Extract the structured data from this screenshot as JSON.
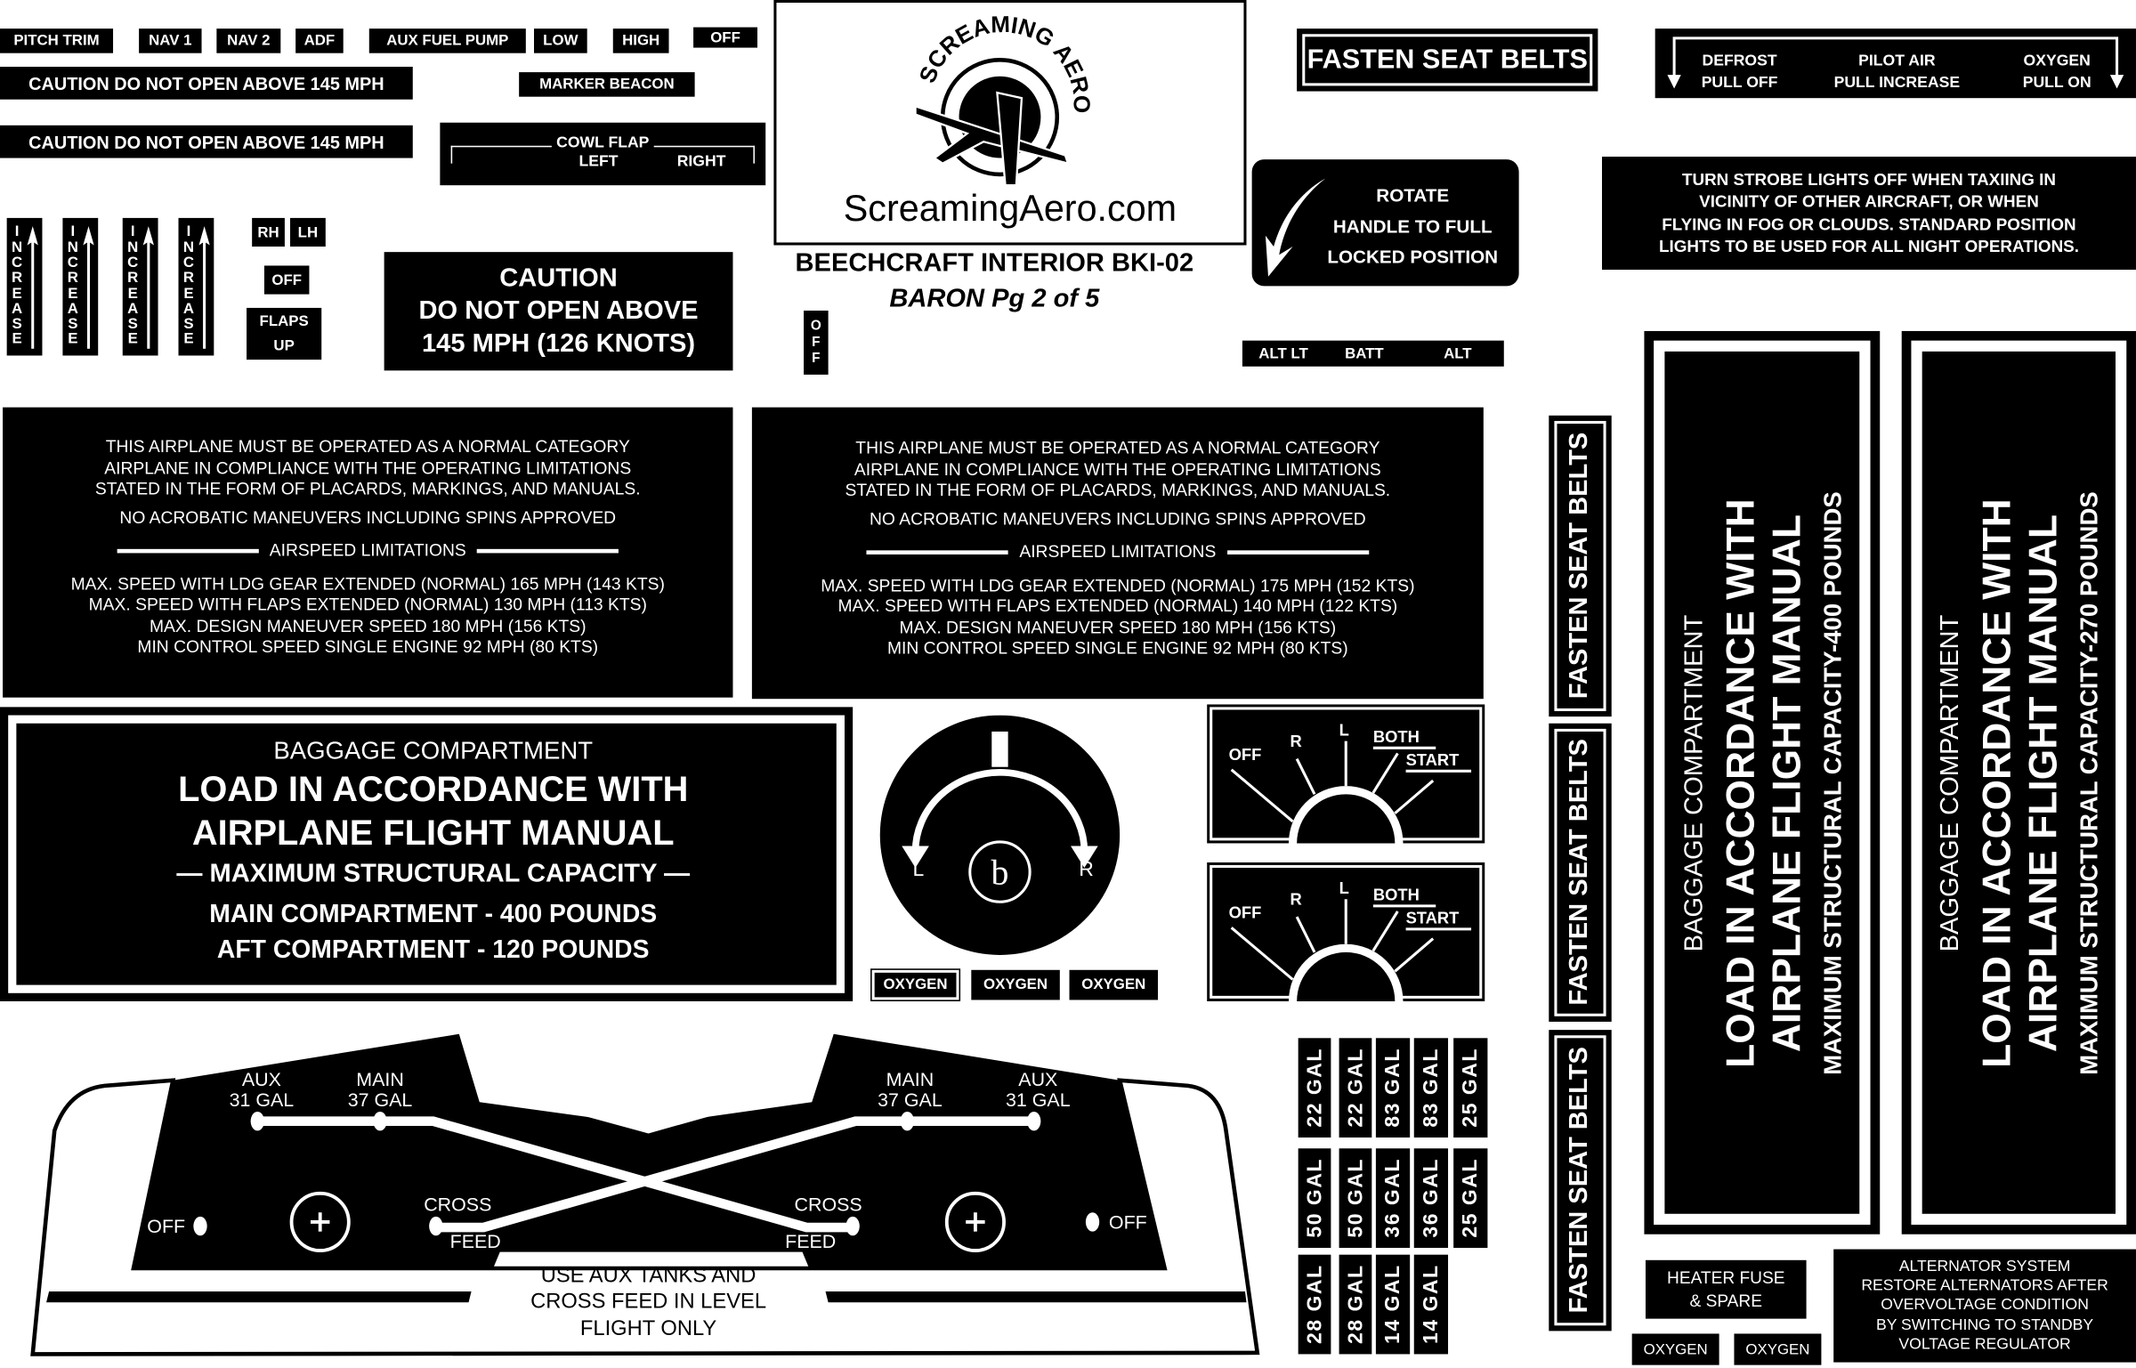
{
  "small_labels": {
    "pitch_trim": "PITCH TRIM",
    "nav1": "NAV 1",
    "nav2": "NAV 2",
    "adf": "ADF",
    "aux_fuel_pump": "AUX FUEL PUMP",
    "low": "LOW",
    "high": "HIGH",
    "off": "OFF",
    "marker_beacon": "MARKER BEACON",
    "rh": "RH",
    "lh": "LH",
    "flaps": "FLAPS",
    "up": "UP"
  },
  "caution_strip": "CAUTION DO NOT OPEN ABOVE 145 MPH",
  "cowl_flap": {
    "title": "COWL FLAP",
    "left": "LEFT",
    "right": "RIGHT"
  },
  "increase": "INCREASE",
  "caution_big": [
    "CAUTION",
    "DO NOT OPEN ABOVE",
    "145 MPH (126 KNOTS)"
  ],
  "logo": {
    "arc_text": "SCREAMING AERO",
    "url": "ScreamingAero.com"
  },
  "sheet": {
    "title": "BEECHCRAFT INTERIOR BKI-02",
    "subtitle": "BARON Pg 2 of 5"
  },
  "fasten": "FASTEN SEAT BELTS",
  "valves": [
    {
      "name": "DEFROST",
      "action": "PULL OFF"
    },
    {
      "name": "PILOT AIR",
      "action": "PULL INCREASE"
    },
    {
      "name": "OXYGEN",
      "action": "PULL ON"
    }
  ],
  "rotate": [
    "ROTATE",
    "HANDLE TO FULL",
    "LOCKED POSITION"
  ],
  "strobe": [
    "TURN STROBE LIGHTS OFF WHEN TAXIING IN",
    "VICINITY OF OTHER AIRCRAFT, OR WHEN",
    "FLYING IN FOG OR CLOUDS. STANDARD POSITION",
    "LIGHTS TO BE USED FOR ALL NIGHT OPERATIONS."
  ],
  "alt": [
    "ALT LT",
    "BATT",
    "ALT"
  ],
  "limitations": [
    {
      "intro": [
        "THIS AIRPLANE MUST BE OPERATED AS A NORMAL CATEGORY",
        "AIRPLANE IN COMPLIANCE WITH THE OPERATING LIMITATIONS",
        "STATED IN THE FORM OF PLACARDS, MARKINGS, AND MANUALS.",
        "NO ACROBATIC MANEUVERS INCLUDING SPINS APPROVED"
      ],
      "heading": "AIRSPEED LIMITATIONS",
      "speeds": [
        "MAX. SPEED WITH LDG GEAR EXTENDED (NORMAL) 165 MPH (143 KTS)",
        "MAX. SPEED WITH FLAPS EXTENDED (NORMAL) 130 MPH (113 KTS)",
        "MAX. DESIGN MANEUVER SPEED 180 MPH (156 KTS)",
        "MIN CONTROL SPEED SINGLE ENGINE 92 MPH (80 KTS)"
      ]
    },
    {
      "intro": [
        "THIS AIRPLANE MUST BE OPERATED AS A NORMAL CATEGORY",
        "AIRPLANE IN COMPLIANCE WITH THE OPERATING LIMITATIONS",
        "STATED IN THE FORM OF PLACARDS, MARKINGS, AND MANUALS.",
        "NO ACROBATIC MANEUVERS INCLUDING SPINS APPROVED"
      ],
      "heading": "AIRSPEED LIMITATIONS",
      "speeds": [
        "MAX. SPEED WITH LDG GEAR EXTENDED (NORMAL) 175 MPH (152 KTS)",
        "MAX. SPEED WITH FLAPS EXTENDED (NORMAL) 140 MPH (122 KTS)",
        "MAX. DESIGN MANEUVER SPEED 180 MPH (156 KTS)",
        "MIN CONTROL SPEED SINGLE ENGINE 92 MPH (80 KTS)"
      ]
    }
  ],
  "baggage": {
    "title": "BAGGAGE COMPARTMENT",
    "line1": "LOAD IN ACCORDANCE WITH",
    "line2": "AIRPLANE FLIGHT MANUAL",
    "capacity": "— MAXIMUM STRUCTURAL CAPACITY —",
    "main": "MAIN COMPARTMENT  -  400 POUNDS",
    "aft": "AFT COMPARTMENT  -  120 POUNDS"
  },
  "dial": {
    "left": "L",
    "right": "R"
  },
  "selector": {
    "off": "OFF",
    "r": "R",
    "l": "L",
    "both": "BOTH",
    "start": "START"
  },
  "oxygen": "OXYGEN",
  "gal": [
    [
      "22 GAL",
      "22 GAL",
      "83 GAL",
      "83 GAL",
      "25 GAL"
    ],
    [
      "50 GAL",
      "50 GAL",
      "36 GAL",
      "36 GAL",
      "25 GAL"
    ],
    [
      "28 GAL",
      "28 GAL",
      "14 GAL",
      "14 GAL"
    ]
  ],
  "baggage_vertical": [
    {
      "title": "BAGGAGE COMPARTMENT",
      "line1": "LOAD IN ACCORDANCE WITH",
      "line2": "AIRPLANE FLIGHT MANUAL",
      "capacity": "MAXIMUM STRUCTURAL CAPACITY-400 POUNDS"
    },
    {
      "title": "BAGGAGE COMPARTMENT",
      "line1": "LOAD IN ACCORDANCE WITH",
      "line2": "AIRPLANE FLIGHT MANUAL",
      "capacity": "MAXIMUM STRUCTURAL CAPACITY-270 POUNDS"
    }
  ],
  "heater": [
    "HEATER FUSE",
    "& SPARE"
  ],
  "alternator": [
    "ALTERNATOR SYSTEM",
    "RESTORE ALTERNATORS AFTER",
    "OVERVOLTAGE CONDITION",
    "BY SWITCHING TO STANDBY",
    "VOLTAGE REGULATOR"
  ],
  "fuel": {
    "aux": "AUX",
    "main": "MAIN",
    "aux_gal": "31 GAL",
    "main_gal": "37 GAL",
    "cross": "CROSS",
    "feed": "FEED",
    "off": "OFF",
    "note": [
      "USE AUX TANKS AND",
      "CROSS FEED IN LEVEL",
      "FLIGHT ONLY"
    ]
  }
}
